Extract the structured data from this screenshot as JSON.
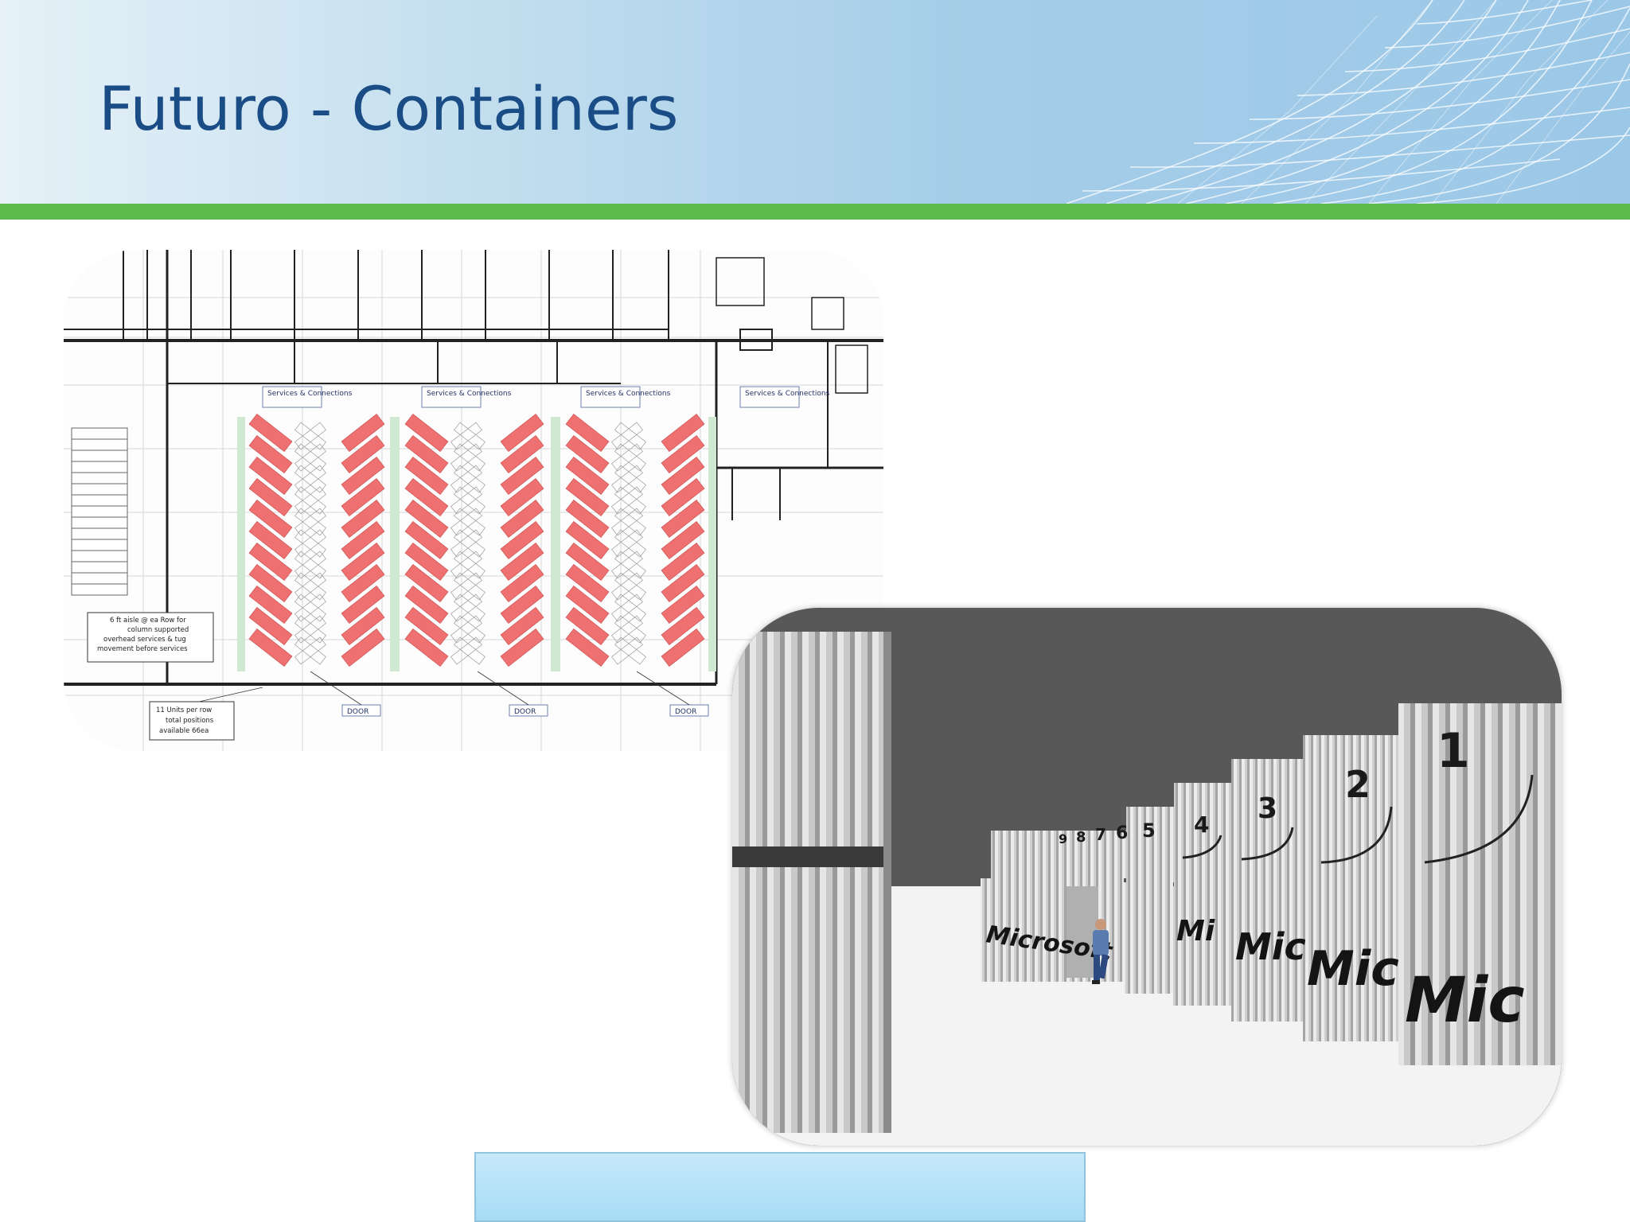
{
  "slide": {
    "title": "Futuro - Containers"
  },
  "colors": {
    "title": "#1a4c86",
    "accent_green": "#5cbb4a",
    "header_blue": "#9cc8e7",
    "container_red": "#ee7070",
    "aisle_green": "#cfe8d2",
    "caption_box": "#b3e1f8"
  },
  "floor_plan": {
    "services_labels": [
      "Services & Connections",
      "Services & Connections",
      "Services & Connections",
      "Services & Connections"
    ],
    "aisle_note": [
      "6 ft aisle @ ea Row for",
      "column supported",
      "overhead services & tug",
      "movement before services"
    ],
    "units_note": [
      "11 Units per row",
      "total positions",
      "available 66ea"
    ],
    "door_labels": [
      "DOOR",
      "DOOR",
      "DOOR"
    ]
  },
  "render": {
    "container_numbers": [
      "1",
      "2",
      "3",
      "4",
      "5",
      "6",
      "7",
      "8",
      "9"
    ],
    "logo_fragments": [
      "Mic",
      "Mic",
      "Mic",
      "Mi",
      "Microsoft"
    ]
  }
}
